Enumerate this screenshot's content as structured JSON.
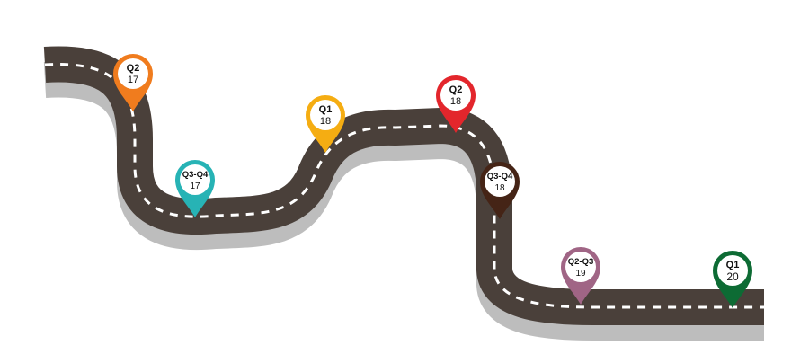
{
  "colors": {
    "road": "#4a403a",
    "road_shadow": "#bdbdbd",
    "dash": "#ffffff",
    "label_text": "#d9d9d9"
  },
  "milestones": [
    {
      "quarter": "Q2",
      "year": "17",
      "label": "",
      "color": "#f07c1e",
      "icon": "map-pin-icon"
    },
    {
      "quarter": "Q3-Q4",
      "year": "17",
      "label": "",
      "color": "#27b3b5",
      "icon": "map-pin-icon"
    },
    {
      "quarter": "Q1",
      "year": "18",
      "label": "",
      "color": "#f5ad12",
      "icon": "map-pin-icon"
    },
    {
      "quarter": "Q2",
      "year": "18",
      "label": "",
      "color": "#e3262c",
      "icon": "map-pin-icon"
    },
    {
      "quarter": "Q3-Q4",
      "year": "18",
      "label": "",
      "color": "#452416",
      "icon": "map-pin-icon"
    },
    {
      "quarter": "Q2-Q3",
      "year": "19",
      "label": "",
      "color": "#a06585",
      "icon": "map-pin-icon"
    },
    {
      "quarter": "Q1",
      "year": "20",
      "label": "",
      "color": "#0d6b34",
      "icon": "map-pin-icon"
    }
  ]
}
